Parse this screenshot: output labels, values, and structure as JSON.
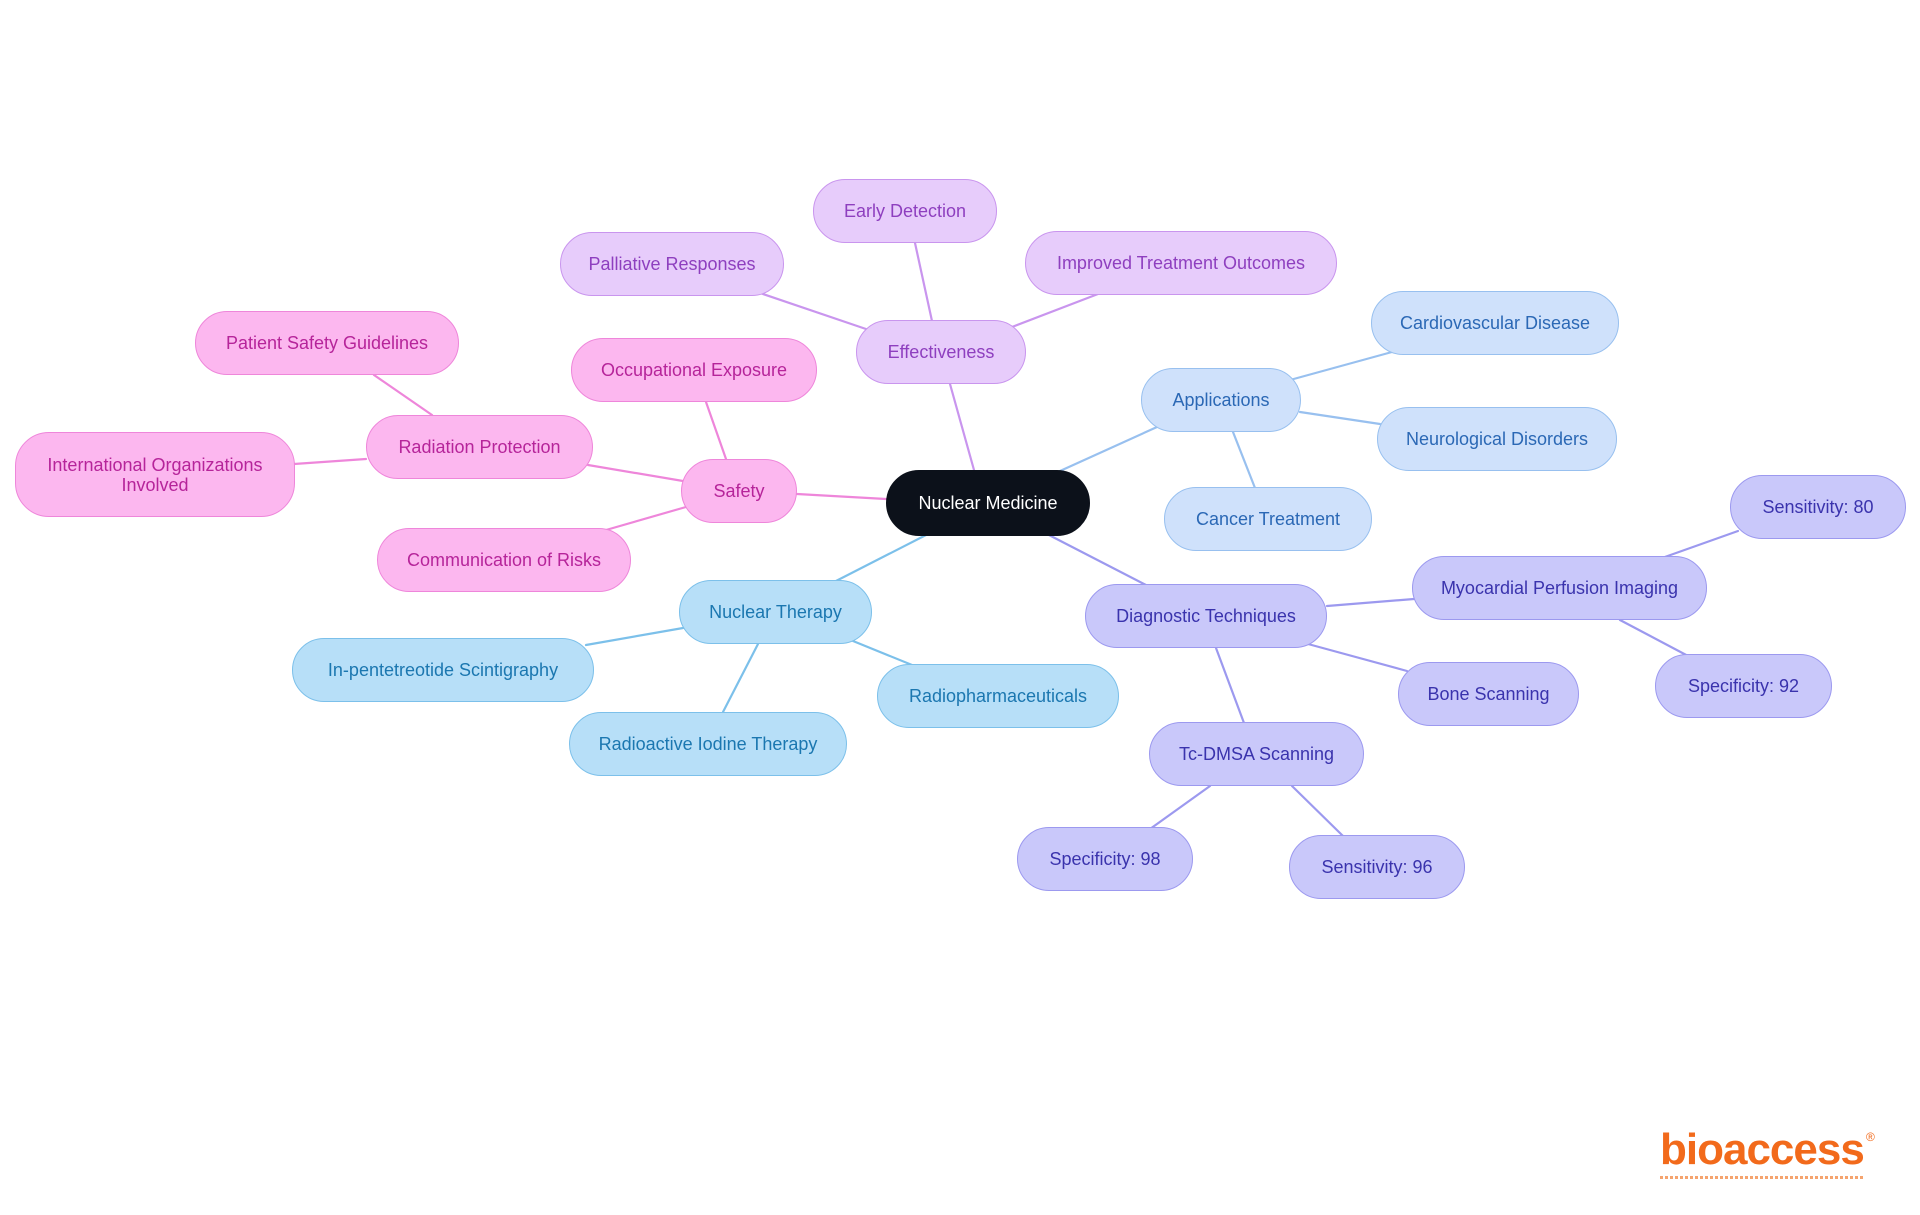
{
  "diagram": {
    "type": "mindmap",
    "colors": {
      "root": "#0c111a",
      "effectiveness": "#c995ee",
      "safety": "#ee86da",
      "applications": "#98c0ef",
      "nuclear_therapy": "#7cc0ea",
      "diagnostic_techniques": "#9c99ef"
    },
    "root": "Nuclear Medicine",
    "branches": {
      "effectiveness": "Effectiveness",
      "early_detection": "Early Detection",
      "palliative_responses": "Palliative Responses",
      "improved_outcomes": "Improved Treatment Outcomes",
      "safety": "Safety",
      "occupational_exposure": "Occupational Exposure",
      "radiation_protection": "Radiation Protection",
      "patient_safety_guidelines": "Patient Safety Guidelines",
      "international_organizations": "International Organizations Involved",
      "communication_of_risks": "Communication of Risks",
      "applications": "Applications",
      "cardiovascular_disease": "Cardiovascular Disease",
      "neurological_disorders": "Neurological Disorders",
      "cancer_treatment": "Cancer Treatment",
      "nuclear_therapy": "Nuclear Therapy",
      "in_pentetreotide": "In-pentetreotide Scintigraphy",
      "radioactive_iodine": "Radioactive Iodine Therapy",
      "radiopharmaceuticals": "Radiopharmaceuticals",
      "diagnostic_techniques": "Diagnostic Techniques",
      "myocardial_perfusion": "Myocardial Perfusion Imaging",
      "mpi_sensitivity": "Sensitivity: 80",
      "mpi_specificity": "Specificity: 92",
      "bone_scanning": "Bone Scanning",
      "tc_dmsa": "Tc-DMSA Scanning",
      "dmsa_specificity": "Specificity: 98",
      "dmsa_sensitivity": "Sensitivity: 96"
    }
  },
  "logo": {
    "text": "bioaccess",
    "mark": "®"
  }
}
